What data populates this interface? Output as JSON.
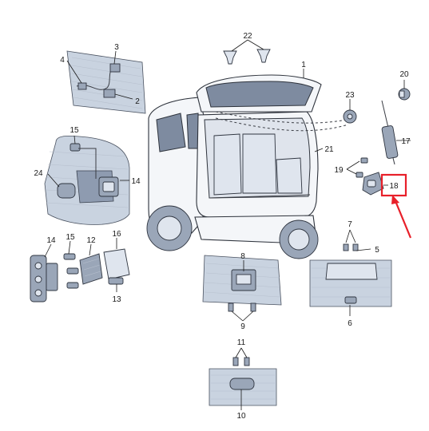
{
  "diagram": {
    "callouts": [
      {
        "id": "c1",
        "text": "1"
      },
      {
        "id": "c2",
        "text": "2"
      },
      {
        "id": "c3",
        "text": "3"
      },
      {
        "id": "c4",
        "text": "4"
      },
      {
        "id": "c5",
        "text": "5"
      },
      {
        "id": "c6",
        "text": "6"
      },
      {
        "id": "c7",
        "text": "7"
      },
      {
        "id": "c8",
        "text": "8"
      },
      {
        "id": "c9",
        "text": "9"
      },
      {
        "id": "c10",
        "text": "10"
      },
      {
        "id": "c11",
        "text": "11"
      },
      {
        "id": "c12",
        "text": "12"
      },
      {
        "id": "c13",
        "text": "13"
      },
      {
        "id": "c14a",
        "text": "14"
      },
      {
        "id": "c14b",
        "text": "14"
      },
      {
        "id": "c15a",
        "text": "15"
      },
      {
        "id": "c15b",
        "text": "15"
      },
      {
        "id": "c16",
        "text": "16"
      },
      {
        "id": "c17",
        "text": "17"
      },
      {
        "id": "c18",
        "text": "18"
      },
      {
        "id": "c19",
        "text": "19"
      },
      {
        "id": "c20",
        "text": "20"
      },
      {
        "id": "c21",
        "text": "21"
      },
      {
        "id": "c22",
        "text": "22"
      },
      {
        "id": "c23",
        "text": "23"
      },
      {
        "id": "c24",
        "text": "24"
      }
    ],
    "highlight": {
      "target": "18",
      "color": "#e8202a"
    },
    "colors": {
      "ink": "#2e333c",
      "shade": "#8e9bb0",
      "tint": "#c9d3e0"
    }
  }
}
